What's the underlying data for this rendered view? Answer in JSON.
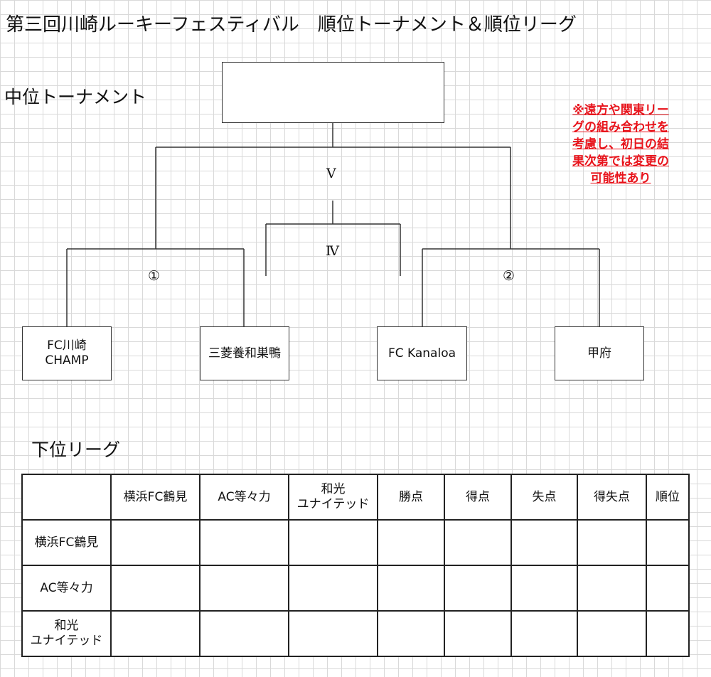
{
  "page_title": "第三回川崎ルーキーフェスティバル　順位トーナメント＆順位リーグ",
  "tournament": {
    "title": "中位トーナメント",
    "final_box_text": "",
    "round_v": "Ⅴ",
    "round_iv": "Ⅳ",
    "match_1": "①",
    "match_2": "②",
    "teams": [
      {
        "lines": [
          "FC川崎",
          "CHAMP"
        ]
      },
      {
        "lines": [
          "三菱養和巣鴨"
        ]
      },
      {
        "lines": [
          "FC Kanaloa"
        ]
      },
      {
        "lines": [
          "甲府"
        ]
      }
    ]
  },
  "notice": {
    "lines": [
      "※遠方や関東リー",
      "グの組み合わせを",
      "考慮し、初日の結",
      "果次第では変更の",
      "可能性あり"
    ],
    "color": "#e8141c"
  },
  "league": {
    "title": "下位リーグ",
    "headers": [
      {
        "lines": [
          "横浜FC鶴見"
        ]
      },
      {
        "lines": [
          "AC等々力"
        ]
      },
      {
        "lines": [
          "和光",
          "ユナイテッド"
        ]
      },
      {
        "lines": [
          "勝点"
        ]
      },
      {
        "lines": [
          "得点"
        ]
      },
      {
        "lines": [
          "失点"
        ]
      },
      {
        "lines": [
          "得失点"
        ]
      },
      {
        "lines": [
          "順位"
        ]
      }
    ],
    "rows": [
      {
        "lines": [
          "横浜FC鶴見"
        ]
      },
      {
        "lines": [
          "AC等々力"
        ]
      },
      {
        "lines": [
          "和光",
          "ユナイテッド"
        ]
      }
    ]
  }
}
